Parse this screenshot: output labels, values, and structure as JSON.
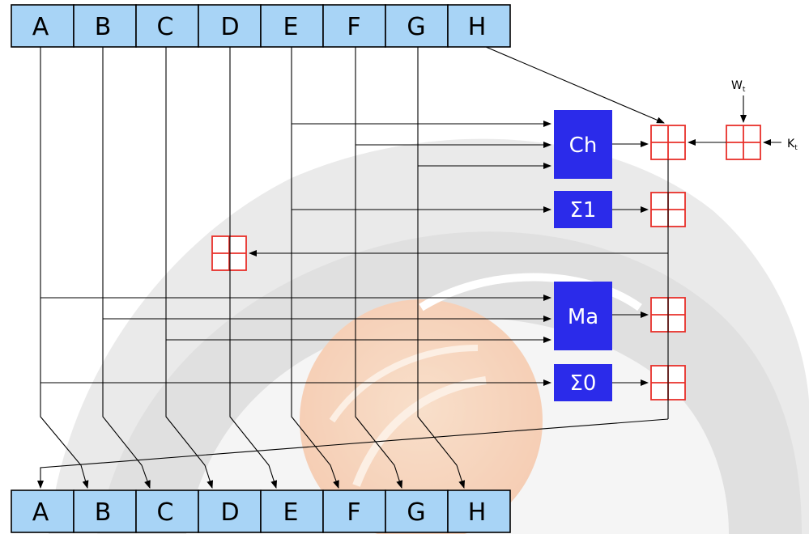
{
  "registers": {
    "top": [
      "A",
      "B",
      "C",
      "D",
      "E",
      "F",
      "G",
      "H"
    ],
    "bottom": [
      "A",
      "B",
      "C",
      "D",
      "E",
      "F",
      "G",
      "H"
    ]
  },
  "functions": {
    "ch": "Ch",
    "sigma1": "Σ1",
    "ma": "Ma",
    "sigma0": "Σ0"
  },
  "inputs": {
    "w": "W",
    "w_sub": "t",
    "k": "K",
    "k_sub": "t"
  },
  "colors": {
    "register_fill": "#a8d4f6",
    "function_fill": "#2b2bea",
    "adder_stroke": "#e8302a"
  },
  "background_watermark": "grey circular seal with orange globe"
}
